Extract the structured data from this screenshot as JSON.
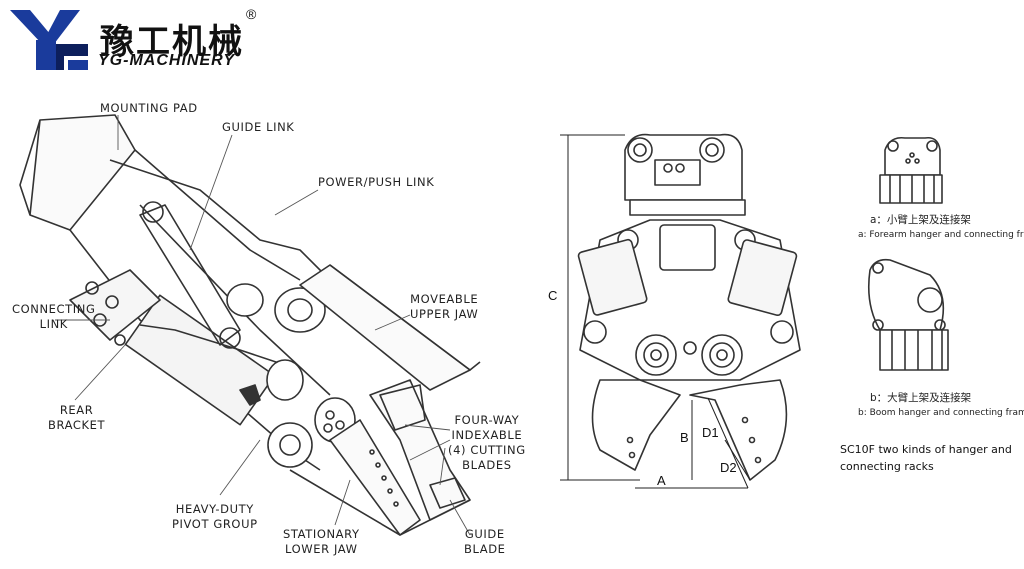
{
  "brand": {
    "name_cn": "豫工机械",
    "name_en": "YG-MACHINERY",
    "registered": "®",
    "colors": {
      "logo_blue": "#1a3b9c",
      "logo_navy": "#0d1f5c"
    }
  },
  "left_diagram": {
    "labels": {
      "mounting_pad": "MOUNTING PAD",
      "guide_link": "GUIDE LINK",
      "power_push_link": "POWER/PUSH LINK",
      "connecting_link": "CONNECTING\nLINK",
      "moveable_upper_jaw": "MOVEABLE\nUPPER JAW",
      "rear_bracket": "REAR\nBRACKET",
      "cutting_blades": "FOUR-WAY\nINDEXABLE\n(4) CUTTING\nBLADES",
      "pivot_group": "HEAVY-DUTY\nPIVOT GROUP",
      "lower_jaw": "STATIONARY\nLOWER JAW",
      "guide_blade": "GUIDE\nBLADE"
    }
  },
  "right_diagram": {
    "dimensions": {
      "a": "A",
      "b": "B",
      "c": "C",
      "d1": "D1",
      "d2": "D2"
    },
    "hanger_a": {
      "caption_cn": "a：小臂上架及连接架",
      "caption_en": "a: Forearm hanger and connecting frame"
    },
    "hanger_b": {
      "caption_cn": "b：大臂上架及连接架",
      "caption_en": "b: Boom hanger and connecting frame"
    },
    "note": "SC10F two kinds of hanger and connecting racks"
  }
}
